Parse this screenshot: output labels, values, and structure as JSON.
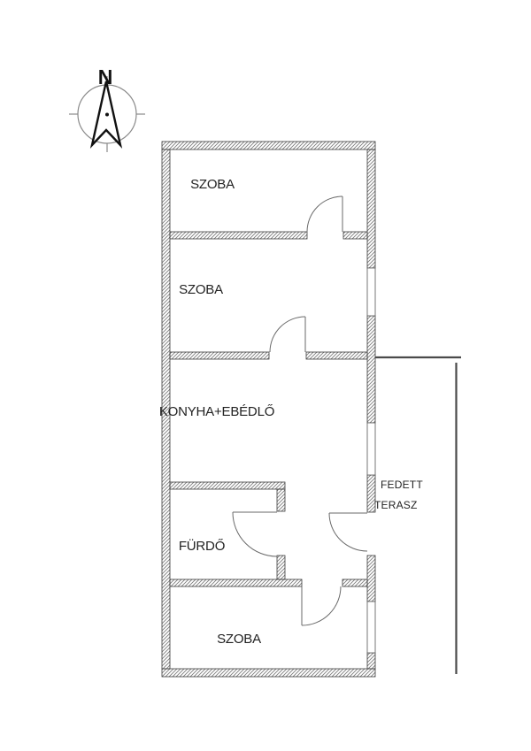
{
  "compass": {
    "label": "N"
  },
  "rooms": [
    {
      "id": "szoba-1",
      "label": "SZOBA"
    },
    {
      "id": "szoba-2",
      "label": "SZOBA"
    },
    {
      "id": "konyha-ebedlo",
      "label": "KONYHA+EBÉDLŐ"
    },
    {
      "id": "furdo",
      "label": "FÜRDŐ"
    },
    {
      "id": "szoba-3",
      "label": "SZOBA"
    }
  ],
  "terrace": {
    "line1": "FEDETT",
    "line2": "TERASZ"
  },
  "colors": {
    "background": "#ffffff",
    "wall_outline": "#3a3a3a",
    "hatch": "#7d7d7d",
    "door_swing": "#6a6a6a",
    "terrace_boundary": "#4a4a4a",
    "label_text": "#222222",
    "compass_ring": "#8a8a8a",
    "north_arrow": "#111111"
  }
}
